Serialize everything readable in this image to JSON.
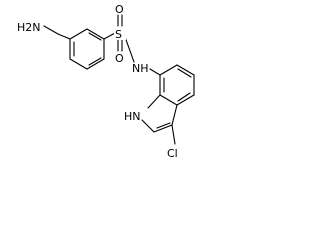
{
  "molecule": {
    "atoms": {
      "amine": "H2N",
      "sulfur": "S",
      "oxygen_top": "O",
      "oxygen_bottom": "O",
      "sulfonamide_nh": "NH",
      "indole_nh": "HN",
      "chlorine": "Cl"
    }
  }
}
